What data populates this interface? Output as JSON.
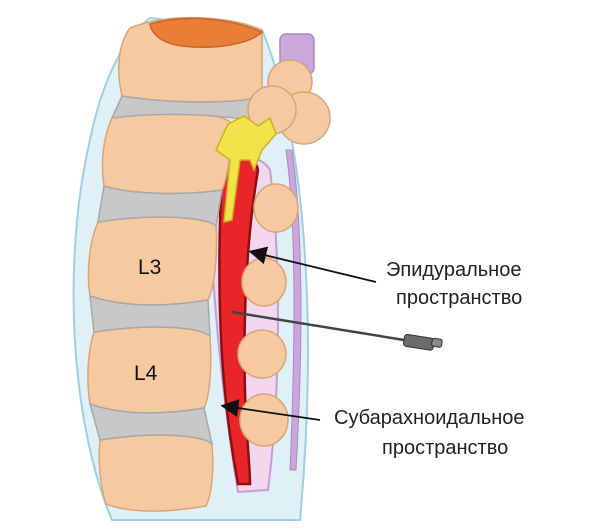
{
  "labels": {
    "vertebra_upper": "L3",
    "vertebra_lower": "L4",
    "callout_1_line1": "Эпидуральное",
    "callout_1_line2": "пространство",
    "callout_2_line1": "Субарахноидальное",
    "callout_2_line2": "пространство"
  },
  "colors": {
    "background": "#ffffff",
    "outer_tissue": "#dff0f6",
    "outer_tissue_stroke": "#9fcfe0",
    "bone": "#f6c9a0",
    "bone_stroke": "#d8a57a",
    "disc": "#c8c8c8",
    "dural_sac": "#f3d7ee",
    "dural_sac_stroke": "#c79bd4",
    "spinal_cord": "#e8262a",
    "spinal_cord_dark": "#8c1010",
    "ligament": "#caa6dc",
    "cut_surface": "#e97f34",
    "filum": "#f2e34a",
    "needle": "#444444",
    "arrow": "#111111"
  }
}
